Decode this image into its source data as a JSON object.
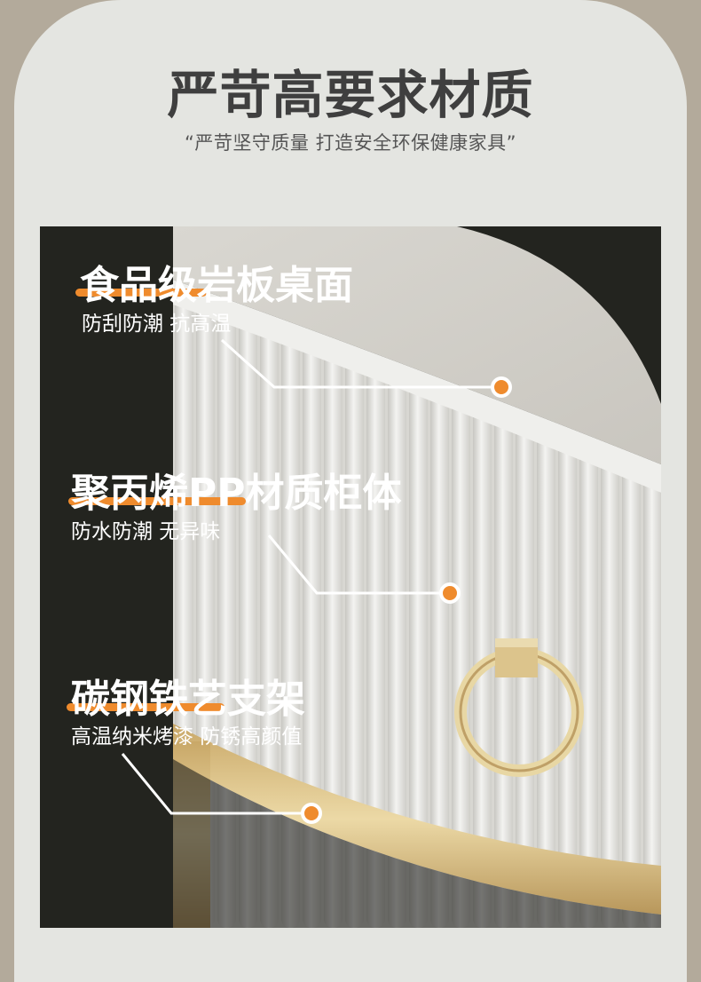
{
  "header": {
    "title": "严苛高要求材质",
    "subtitle": "“严苛坚守质量  打造安全环保健康家具”"
  },
  "features": [
    {
      "title": "食品级岩板桌面",
      "desc": "防刮防潮 抗高温"
    },
    {
      "title": "聚丙烯PP材质柜体",
      "desc": "防水防潮 无异味"
    },
    {
      "title": "碳钢铁艺支架",
      "desc": "高温纳米烤漆 防锈高颜值"
    }
  ],
  "colors": {
    "accent": "#ef8b2d",
    "background": "#e4e5e1",
    "frame": "#b3aa9b",
    "gold": "#d9c08a"
  }
}
